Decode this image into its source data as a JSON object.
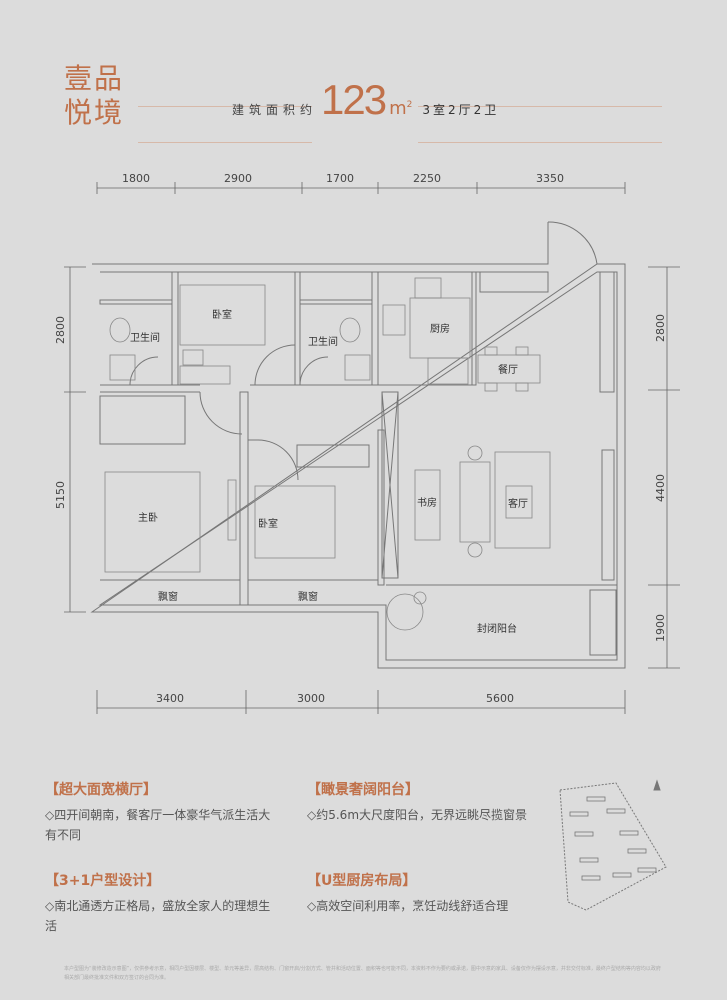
{
  "header": {
    "brand_line1": "壹品",
    "brand_line2": "悦境",
    "area_label": "建筑面积约",
    "area_value": "123",
    "area_unit": "m",
    "area_unit_sup": "2",
    "layout": "3室2厅2卫"
  },
  "dimensions": {
    "top": [
      "1800",
      "2900",
      "1700",
      "2250",
      "3350"
    ],
    "bottom": [
      "3400",
      "3000",
      "5600"
    ],
    "left": [
      "2800",
      "5150"
    ],
    "right": [
      "2800",
      "4400",
      "1900"
    ]
  },
  "rooms": {
    "bath1": "卫生间",
    "bedroom_small": "卧室",
    "bath2": "卫生间",
    "kitchen": "厨房",
    "dining": "餐厅",
    "master": "主卧",
    "bedroom2": "卧室",
    "study": "书房",
    "living": "客厅",
    "bay1": "飘窗",
    "bay2": "飘窗",
    "balcony": "封闭阳台"
  },
  "features": [
    {
      "title": "【超大面宽横厅】",
      "desc": "◇四开间朝南，餐客厅一体豪华气派生活大有不同"
    },
    {
      "title": "【瞰景奢阔阳台】",
      "desc": "◇约5.6m大尺度阳台，无界远眺尽揽窗景"
    },
    {
      "title": "【3+1户型设计】",
      "desc": "◇南北通透方正格局，盛放全家人的理想生活"
    },
    {
      "title": "【U型厨房布局】",
      "desc": "◇高效空间利用率，烹饪动线舒适合理"
    }
  ],
  "disclaimer": "本户型图为“装修改造示意图”，仅供参考示意，相同户型因楼层、楼型、单元等差异，层高结构、门窗开启/分割方式、管井和活动位置、面积等也可能不同，本资料不作为要约或承诺，图中示意的家具、设备仅作为摆设示意，并非交付标准，最终户型结构等内容均以政府相关部门最终批准文件和双方签订的合同为准。"
}
